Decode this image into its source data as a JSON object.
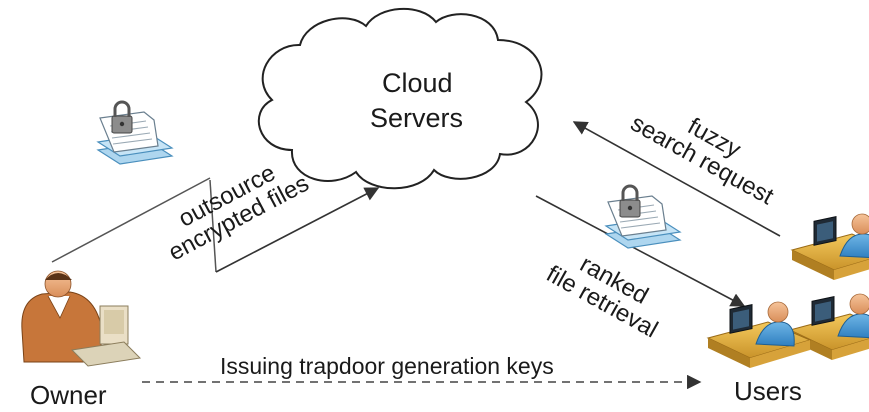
{
  "diagram": {
    "cloud_label": [
      "Cloud",
      "Servers"
    ],
    "outsource_label": [
      "outsource",
      "encrypted files"
    ],
    "fuzzy_label": [
      "fuzzy",
      "search request"
    ],
    "ranked_label": [
      "ranked",
      "file retrieval"
    ],
    "issuing_label": "Issuing trapdoor generation keys",
    "owner_label": "Owner",
    "users_label": "Users"
  },
  "colors": {
    "line": "#555555",
    "text": "#1a1a1a",
    "doc_blue": "#bfe0f2",
    "lock": "#8a8a8a"
  },
  "icons": [
    "cloud-icon",
    "encrypted-documents-icon",
    "owner-icon",
    "user-at-computer-icon"
  ]
}
